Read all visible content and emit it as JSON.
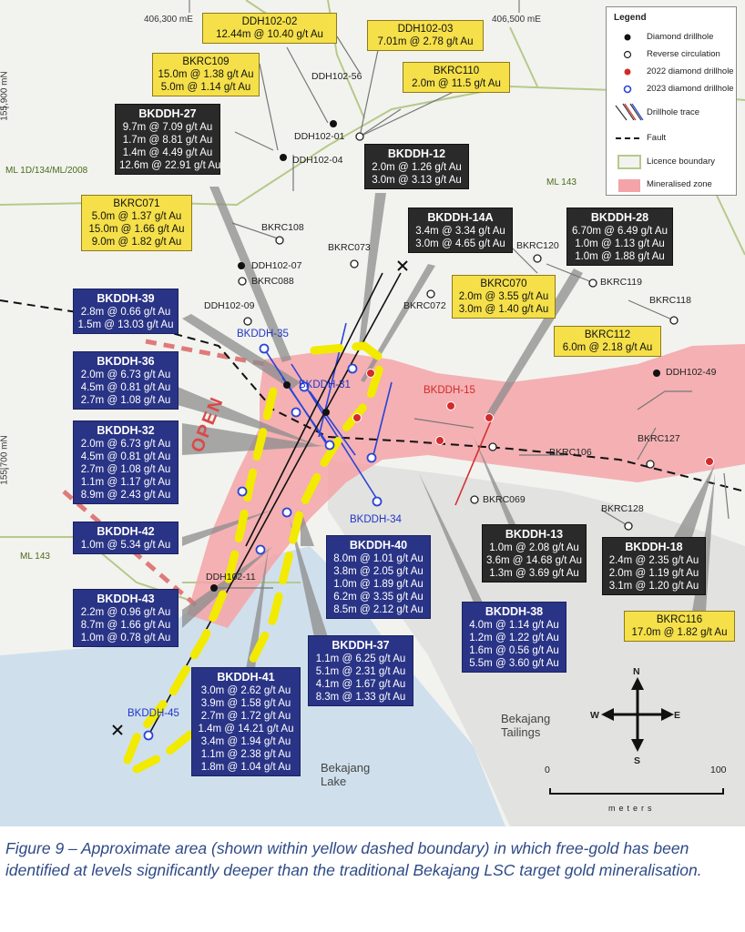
{
  "grid": {
    "east_1": "406,300 mE",
    "east_2": "406,500 mE",
    "north_1": "155,900 mN",
    "north_2": "155,700 mN"
  },
  "licence_labels": {
    "ml_1d": "ML 1D/134/ML/2008",
    "ml143_right": "ML 143",
    "ml143_left": "ML 143"
  },
  "legend": {
    "title": "Legend",
    "items": [
      {
        "label": "Diamond drillhole",
        "symbol": "black-dot"
      },
      {
        "label": "Reverse circulation",
        "symbol": "open-circle"
      },
      {
        "label": "2022 diamond drillhole",
        "symbol": "red-dot"
      },
      {
        "label": "2023 diamond drillhole",
        "symbol": "blue-circle"
      },
      {
        "label": "Drillhole trace",
        "symbol": "trace-lines"
      },
      {
        "label": "Fault",
        "symbol": "dashed-line"
      },
      {
        "label": "Licence boundary",
        "symbol": "green-box"
      },
      {
        "label": "Mineralised zone",
        "symbol": "pink-box"
      }
    ]
  },
  "colors": {
    "yellow_box": "#f5e04a",
    "blue_box": "#2a3486",
    "black_box": "#2a2a2a",
    "mineralised_zone": "#f4a3a8",
    "lake": "#cfe0ec",
    "tailings": "#e4e4e4",
    "free_gold_boundary": "#f2ea00"
  },
  "boxes": {
    "ddh102_02": {
      "lines": [
        "DDH102-02",
        "12.44m @ 10.40 g/t Au"
      ]
    },
    "ddh102_03": {
      "lines": [
        "DDH102-03",
        "7.01m @ 2.78 g/t Au"
      ]
    },
    "bkrc109": {
      "lines": [
        "BKRC109",
        "15.0m @ 1.38 g/t Au",
        "5.0m @ 1.14 g/t Au"
      ]
    },
    "bkrc110": {
      "lines": [
        "BKRC110",
        "2.0m @ 11.5 g/t Au"
      ]
    },
    "bkddh27": {
      "title": "BKDDH-27",
      "lines": [
        "9.7m @ 7.09 g/t Au",
        "1.7m @ 8.81 g/t Au",
        "1.4m @ 4.49 g/t Au",
        "12.6m @ 22.91 g/t Au"
      ]
    },
    "bkddh12": {
      "title": "BKDDH-12",
      "lines": [
        "2.0m @ 1.26 g/t Au",
        "3.0m @ 3.13 g/t Au"
      ]
    },
    "bkrc071": {
      "lines": [
        "BKRC071",
        "5.0m @ 1.37 g/t Au",
        "15.0m @ 1.66 g/t Au",
        "9.0m @ 1.82 g/t Au"
      ]
    },
    "bkddh14a": {
      "title": "BKDDH-14A",
      "lines": [
        "3.4m @ 3.34 g/t Au",
        "3.0m @ 4.65 g/t Au"
      ]
    },
    "bkddh28": {
      "title": "BKDDH-28",
      "lines": [
        "6.70m @ 6.49 g/t Au",
        "1.0m @ 1.13 g/t Au",
        "1.0m @ 1.88 g/t Au"
      ]
    },
    "bkrc070": {
      "lines": [
        "BKRC070",
        "2.0m @ 3.55 g/t Au",
        "3.0m @ 1.40 g/t Au"
      ]
    },
    "bkddh39": {
      "title": "BKDDH-39",
      "lines": [
        "2.8m @ 0.66 g/t Au",
        "1.5m @ 13.03 g/t Au"
      ]
    },
    "bkrc112": {
      "lines": [
        "BKRC112",
        "6.0m @ 2.18 g/t Au"
      ]
    },
    "bkddh36": {
      "title": "BKDDH-36",
      "lines": [
        "2.0m @ 6.73 g/t Au",
        "4.5m @ 0.81 g/t Au",
        "2.7m @ 1.08 g/t Au"
      ]
    },
    "bkddh32": {
      "title": "BKDDH-32",
      "lines": [
        "2.0m @ 6.73 g/t Au",
        "4.5m @ 0.81 g/t Au",
        "2.7m @ 1.08 g/t Au",
        "1.1m @ 1.17 g/t Au",
        "8.9m @ 2.43 g/t Au"
      ]
    },
    "bkddh42": {
      "title": "BKDDH-42",
      "lines": [
        "1.0m @ 5.34 g/t Au"
      ]
    },
    "bkddh40": {
      "title": "BKDDH-40",
      "lines": [
        "8.0m @ 1.01 g/t Au",
        "3.8m @ 2.05 g/t Au",
        "1.0m @ 1.89 g/t Au",
        "6.2m @ 3.35 g/t Au",
        "8.5m @ 2.12 g/t Au"
      ]
    },
    "bkddh13": {
      "title": "BKDDH-13",
      "lines": [
        "1.0m @ 2.08 g/t Au",
        "3.6m @ 14.68 g/t Au",
        "1.3m @ 3.69 g/t Au"
      ]
    },
    "bkddh18": {
      "title": "BKDDH-18",
      "lines": [
        "2.4m @ 2.35 g/t Au",
        "2.0m @ 1.19 g/t Au",
        "3.1m @ 1.20 g/t Au"
      ]
    },
    "bkddh43": {
      "title": "BKDDH-43",
      "lines": [
        "2.2m @ 0.96 g/t Au",
        "8.7m @ 1.66 g/t Au",
        "1.0m @ 0.78 g/t Au"
      ]
    },
    "bkddh38": {
      "title": "BKDDH-38",
      "lines": [
        "4.0m @ 1.14 g/t Au",
        "1.2m @ 1.22 g/t Au",
        "1.6m @ 0.56 g/t Au",
        "5.5m @ 3.60 g/t Au"
      ]
    },
    "bkrc116": {
      "lines": [
        "BKRC116",
        "17.0m @ 1.82 g/t Au"
      ]
    },
    "bkddh37": {
      "title": "BKDDH-37",
      "lines": [
        "1.1m @ 6.25 g/t Au",
        "5.1m @ 2.31 g/t Au",
        "4.1m @ 1.67 g/t Au",
        "8.3m @ 1.33 g/t Au"
      ]
    },
    "bkddh41": {
      "title": "BKDDH-41",
      "lines": [
        "3.0m @ 2.62 g/t Au",
        "3.9m @ 1.58 g/t Au",
        "2.7m @ 1.72 g/t Au",
        "1.4m @ 14.21 g/t Au",
        "3.4m @ 1.94 g/t Au",
        "1.1m @ 2.38 g/t Au",
        "1.8m @ 1.04 g/t Au"
      ]
    }
  },
  "hole_labels": {
    "ddh102_56": "DDH102-56",
    "ddh102_01": "DDH102-01",
    "ddh102_04": "DDH102-04",
    "bkrc108": "BKRC108",
    "bkrc073": "BKRC073",
    "bkrc120": "BKRC120",
    "ddh102_07": "DDH102-07",
    "bkrc088": "BKRC088",
    "bkrc119": "BKRC119",
    "bkrc118": "BKRC118",
    "bkrc072": "BKRC072",
    "ddh102_09": "DDH102-09",
    "bkddh35": "BKDDH-35",
    "bkddh31": "BKDDH-31",
    "bkddh15": "BKDDH-15",
    "ddh102_49": "DDH102-49",
    "bkrc127": "BKRC127",
    "bkrc106": "BKRC106",
    "bkrc069": "BKRC069",
    "bkddh34": "BKDDH-34",
    "bkrc128": "BKRC128",
    "ddh102_11": "DDH102-11",
    "bkddh45": "BKDDH-45"
  },
  "places": {
    "tailings": "Bekajang\nTailings",
    "lake": "Bekajang\nLake"
  },
  "open_label": "OPEN",
  "compass": {
    "n": "N",
    "s": "S",
    "e": "E",
    "w": "W"
  },
  "scale": {
    "min": "0",
    "max": "100",
    "unit": "meters"
  },
  "caption": "Figure 9 – Approximate area (shown within yellow dashed boundary) in which free-gold has been identified at levels significantly deeper than the traditional Bekajang LSC target gold mineralisation."
}
